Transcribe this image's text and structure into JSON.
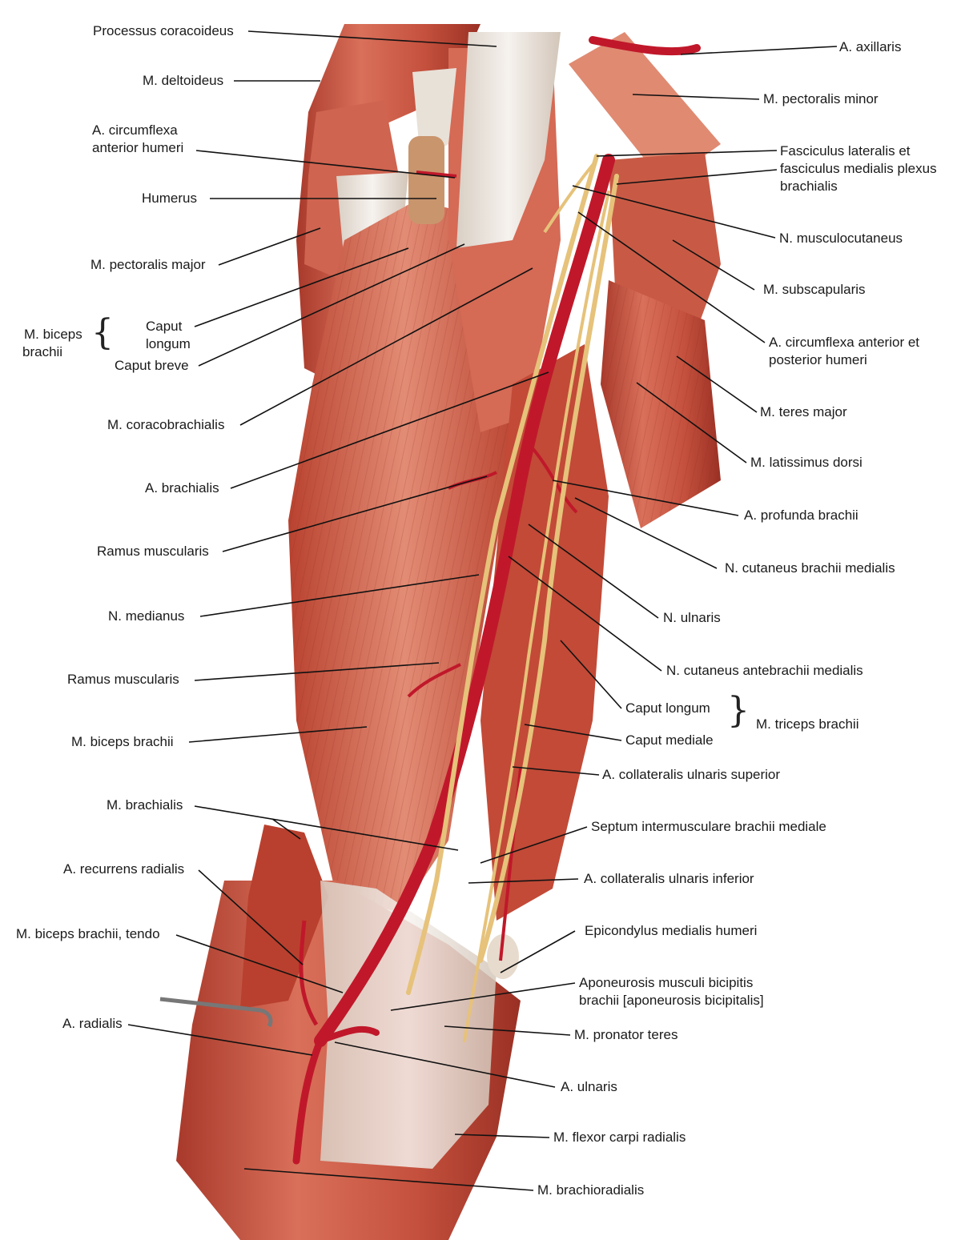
{
  "labels": {
    "processus_coracoideus": "Processus coracoideus",
    "m_deltoideus": "M. deltoideus",
    "a_circumflexa_anterior_humeri_1": "A. circumflexa",
    "a_circumflexa_anterior_humeri_2": "anterior humeri",
    "humerus": "Humerus",
    "m_pectoralis_major": "M. pectoralis major",
    "m_biceps_brachii_group_1": "M. biceps",
    "m_biceps_brachii_group_2": "brachii",
    "caput_longum_biceps_1": "Caput",
    "caput_longum_biceps_2": "longum",
    "caput_breve": "Caput breve",
    "m_coracobrachialis": "M. coracobrachialis",
    "a_brachialis": "A. brachialis",
    "ramus_muscularis_1": "Ramus muscularis",
    "n_medianus": "N. medianus",
    "ramus_muscularis_2": "Ramus muscularis",
    "m_biceps_brachii": "M. biceps brachii",
    "m_brachialis": "M. brachialis",
    "a_recurrens_radialis": "A. recurrens radialis",
    "m_biceps_brachii_tendo": "M. biceps brachii, tendo",
    "a_radialis": "A. radialis",
    "a_axillaris": "A. axillaris",
    "m_pectoralis_minor": "M. pectoralis minor",
    "fasciculus_1": "Fasciculus lateralis et",
    "fasciculus_2": "fasciculus medialis plexus",
    "fasciculus_3": "brachialis",
    "n_musculocutaneus": "N. musculocutaneus",
    "m_subscapularis": "M. subscapularis",
    "a_circumflexa_ant_post_1": "A. circumflexa anterior et",
    "a_circumflexa_ant_post_2": "posterior humeri",
    "m_teres_major": "M. teres major",
    "m_latissimus_dorsi": "M. latissimus dorsi",
    "a_profunda_brachii": "A. profunda brachii",
    "n_cutaneus_brachii_medialis": "N. cutaneus brachii medialis",
    "n_ulnaris": "N. ulnaris",
    "n_cutaneus_antebrachii_medialis": "N. cutaneus antebrachii medialis",
    "caput_longum_triceps": "Caput longum",
    "caput_mediale": "Caput mediale",
    "m_triceps_brachii": "M. triceps brachii",
    "a_collateralis_ulnaris_superior": "A. collateralis ulnaris superior",
    "septum": "Septum intermusculare brachii mediale",
    "a_collateralis_ulnaris_inferior": "A. collateralis ulnaris inferior",
    "epicondylus": "Epicondylus medialis humeri",
    "aponeurosis_1": "Aponeurosis musculi bicipitis",
    "aponeurosis_2": "brachii [aponeurosis bicipitalis]",
    "m_pronator_teres": "M. pronator teres",
    "a_ulnaris": "A. ulnaris",
    "m_flexor_carpi_radialis": "M. flexor carpi radialis",
    "m_brachioradialis": "M. brachioradialis"
  },
  "colors": {
    "muscle": "#c8503f",
    "muscle_dark": "#9e2e22",
    "muscle_light": "#e2866f",
    "tendon": "#e9e2da",
    "artery": "#c0182a",
    "nerve": "#e6c27a",
    "bone": "#c9956d"
  }
}
